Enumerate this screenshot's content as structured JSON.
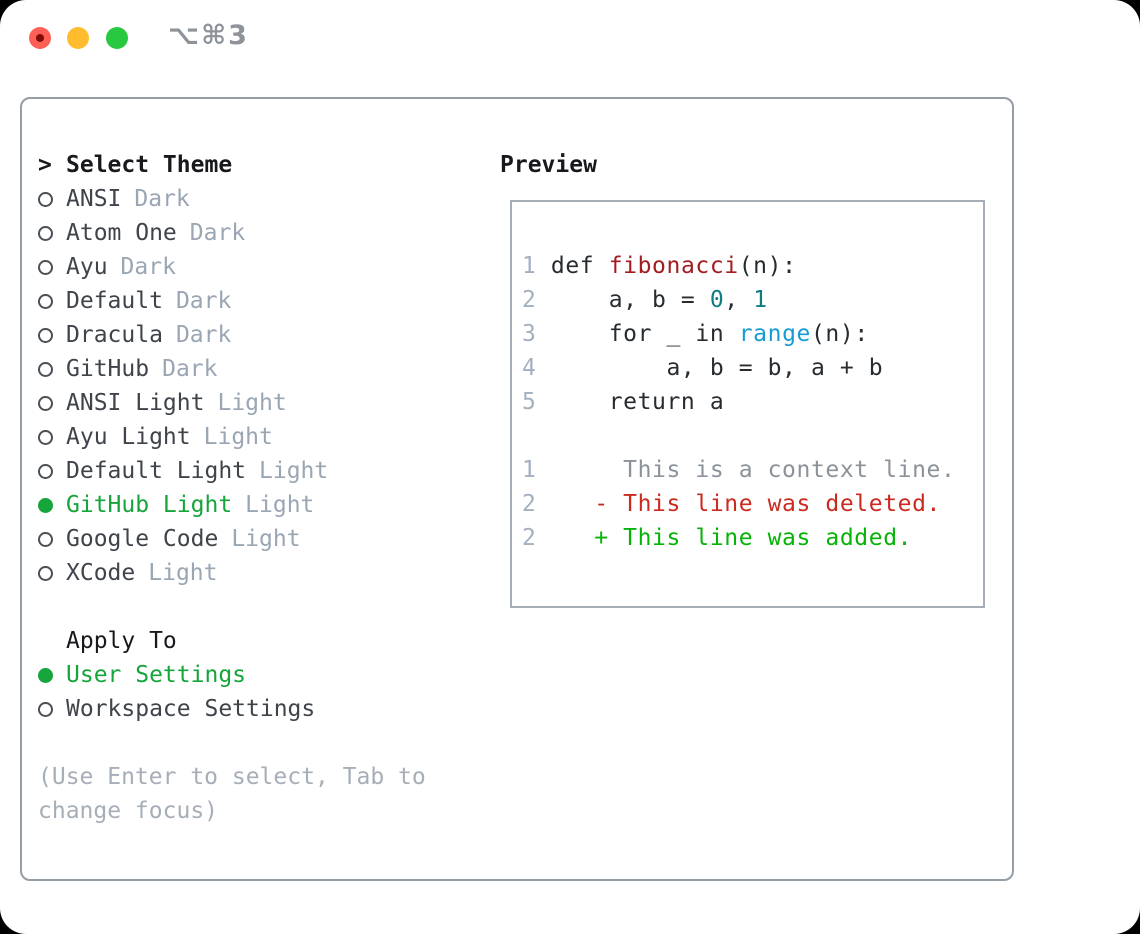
{
  "window": {
    "shortcut_label": "⌥⌘3",
    "traffic_lights": {
      "red": "#ff5f57",
      "yellow": "#febc2e",
      "green": "#28c840"
    }
  },
  "theme_selector": {
    "header": "Select Theme",
    "header_marker": ">",
    "accent_green": "#16a53b",
    "items": [
      {
        "name": "ANSI",
        "variant": "Dark",
        "selected": false
      },
      {
        "name": "Atom One",
        "variant": "Dark",
        "selected": false
      },
      {
        "name": "Ayu",
        "variant": "Dark",
        "selected": false
      },
      {
        "name": "Default",
        "variant": "Dark",
        "selected": false
      },
      {
        "name": "Dracula",
        "variant": "Dark",
        "selected": false
      },
      {
        "name": "GitHub",
        "variant": "Dark",
        "selected": false
      },
      {
        "name": "ANSI Light",
        "variant": "Light",
        "selected": false
      },
      {
        "name": "Ayu Light",
        "variant": "Light",
        "selected": false
      },
      {
        "name": "Default Light",
        "variant": "Light",
        "selected": false
      },
      {
        "name": "GitHub Light",
        "variant": "Light",
        "selected": true
      },
      {
        "name": "Google Code",
        "variant": "Light",
        "selected": false
      },
      {
        "name": "XCode",
        "variant": "Light",
        "selected": false
      }
    ]
  },
  "apply_to": {
    "header": "Apply To",
    "items": [
      {
        "name": "User Settings",
        "selected": true
      },
      {
        "name": "Workspace Settings",
        "selected": false
      }
    ]
  },
  "help_text": "(Use Enter to select, Tab to change focus)",
  "preview": {
    "header": "Preview",
    "colors": {
      "line_number": "#a3b0c0",
      "code": "#272c31",
      "function": "#a31d20",
      "number": "#0e7d83",
      "builtin": "#169bd5",
      "context": "#8b9299",
      "deleted": "#cb2a1f",
      "added": "#06b306"
    },
    "code_lines": [
      {
        "segments": [
          [
            "1 ",
            "line_number"
          ],
          [
            "def ",
            "code"
          ],
          [
            "fibonacci",
            "function"
          ],
          [
            "(n):",
            "code"
          ]
        ]
      },
      {
        "segments": [
          [
            "2 ",
            "line_number"
          ],
          [
            "    a, b = ",
            "code"
          ],
          [
            "0",
            "number"
          ],
          [
            ", ",
            "code"
          ],
          [
            "1",
            "number"
          ]
        ]
      },
      {
        "segments": [
          [
            "3 ",
            "line_number"
          ],
          [
            "    for _ in ",
            "code"
          ],
          [
            "range",
            "builtin"
          ],
          [
            "(n):",
            "code"
          ]
        ]
      },
      {
        "segments": [
          [
            "4 ",
            "line_number"
          ],
          [
            "        a, b = b, a + b",
            "code"
          ]
        ]
      },
      {
        "segments": [
          [
            "5 ",
            "line_number"
          ],
          [
            "    return a",
            "code"
          ]
        ]
      },
      {
        "segments": []
      },
      {
        "segments": [
          [
            "1 ",
            "line_number"
          ],
          [
            "     This is a context line.",
            "context"
          ]
        ]
      },
      {
        "segments": [
          [
            "2 ",
            "line_number"
          ],
          [
            "   - This line was deleted.",
            "deleted"
          ]
        ]
      },
      {
        "segments": [
          [
            "2 ",
            "line_number"
          ],
          [
            "   + This line was added.",
            "added"
          ]
        ]
      }
    ]
  }
}
